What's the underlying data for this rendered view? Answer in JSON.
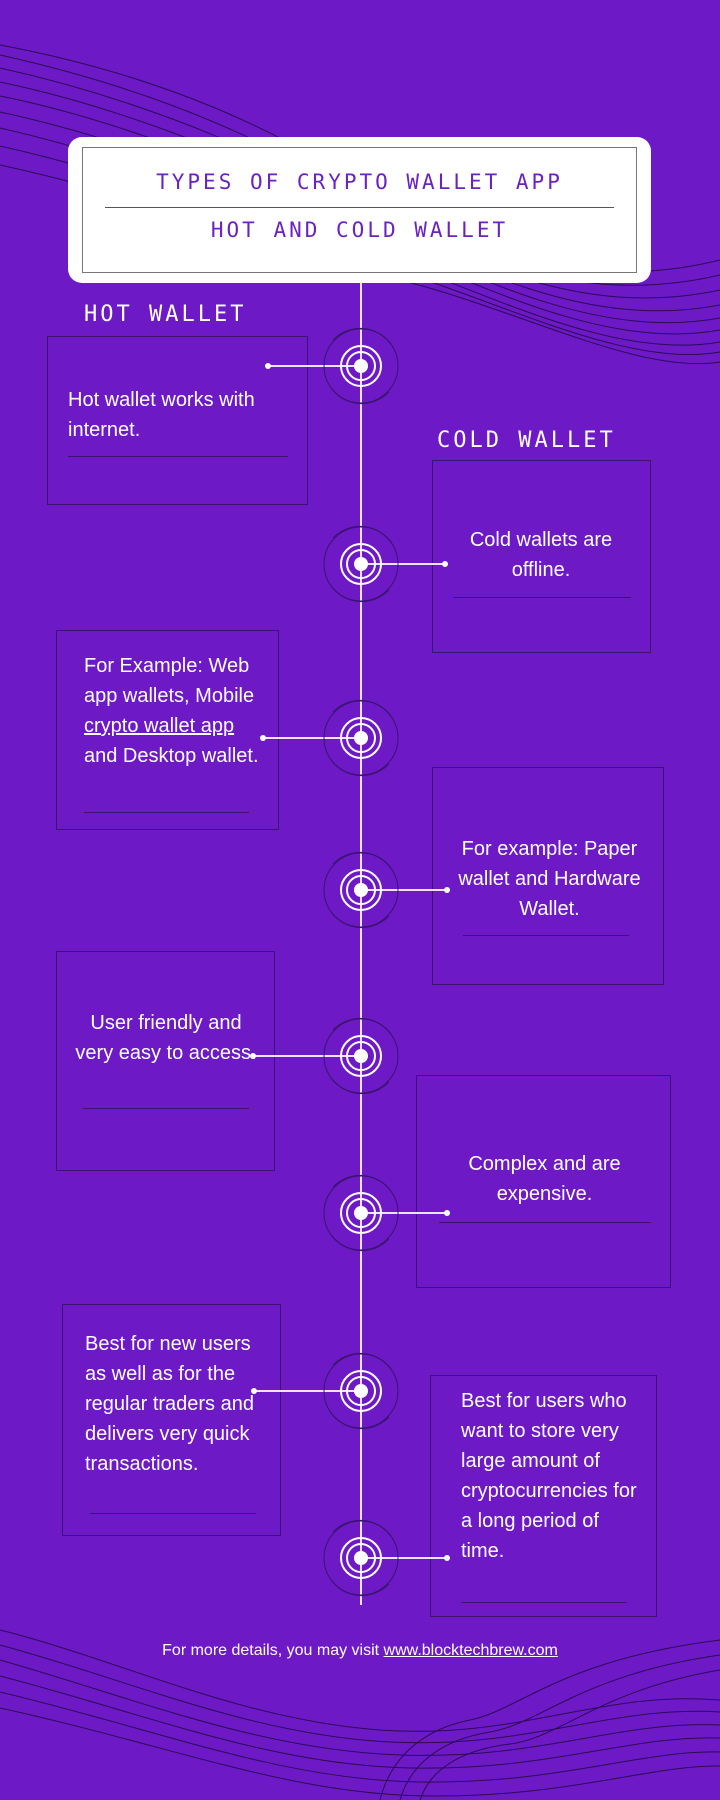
{
  "header": {
    "title": "TYPES OF CRYPTO WALLET APP",
    "subtitle": "HOT AND COLD WALLET"
  },
  "sections": {
    "hot": "HOT WALLET",
    "cold": "COLD WALLET"
  },
  "hot_cards": [
    {
      "text": "Hot wallet works with internet."
    },
    {
      "prefix": "For Example: Web app wallets, Mobile ",
      "link": "crypto wallet app",
      "suffix": " and Desktop wallet."
    },
    {
      "text": "User friendly and very easy to access."
    },
    {
      "text": "Best for new users as well as for the regular traders and delivers very quick transactions."
    }
  ],
  "cold_cards": [
    {
      "text": "Cold wallets are offline."
    },
    {
      "text": "For example: Paper wallet and Hardware Wallet."
    },
    {
      "text": "Complex and are expensive."
    },
    {
      "text": "Best for users who want to store very large amount of cryptocurrencies for a long period of time."
    }
  ],
  "footer": {
    "prefix": "For more details, you may visit ",
    "link": "www.blocktechbrew.com"
  },
  "colors": {
    "background": "#6e19c6",
    "accent_text": "#6a22c0",
    "card_border": "#3a1470"
  },
  "icons": [
    "timeline-node-icon",
    "wave-lines-decoration"
  ]
}
